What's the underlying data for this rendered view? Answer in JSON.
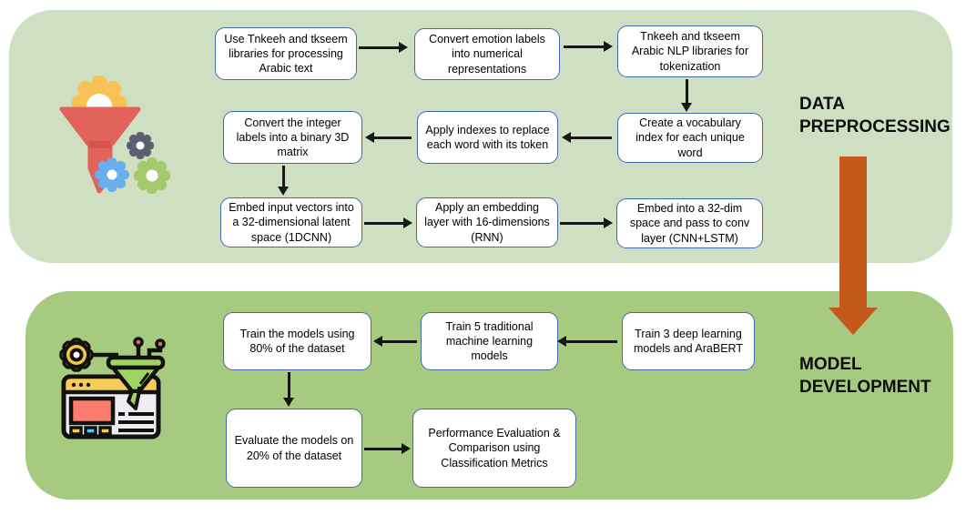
{
  "colors": {
    "stage1_background": "#cfe0c2",
    "stage2_background": "#a6cb80",
    "box_border": "#4368ab",
    "box_fill": "#ffffff",
    "flow_arrow": "#161616",
    "transition_arrow": "#c4591b",
    "label_text": "#0d0d0d"
  },
  "stage1": {
    "title": "DATA PREPROCESSING",
    "boxes": [
      "Use Tnkeeh and tkseem libraries for processing Arabic text",
      "Convert emotion labels into numerical representations",
      "Tnkeeh and tkseem Arabic NLP libraries for tokenization",
      "Convert the integer labels into a binary 3D matrix",
      "Apply indexes to replace each word with its token",
      "Create a vocabulary index for each unique word",
      "Embed input vectors into a 32-dimensional latent space (1DCNN)",
      "Apply an embedding layer with 16-dimensions (RNN)",
      "Embed into a 32-dim space and pass to conv layer (CNN+LSTM)"
    ]
  },
  "stage2": {
    "title": "MODEL DEVELOPMENT",
    "boxes": [
      "Train the models using 80% of the dataset",
      "Train 5 traditional machine learning models",
      "Train 3 deep learning models and AraBERT",
      "Evaluate the models on 20% of the dataset",
      "Performance Evaluation & Comparison using Classification Metrics"
    ]
  },
  "icons": [
    "funnel-gears-icon",
    "model-machine-icon"
  ]
}
